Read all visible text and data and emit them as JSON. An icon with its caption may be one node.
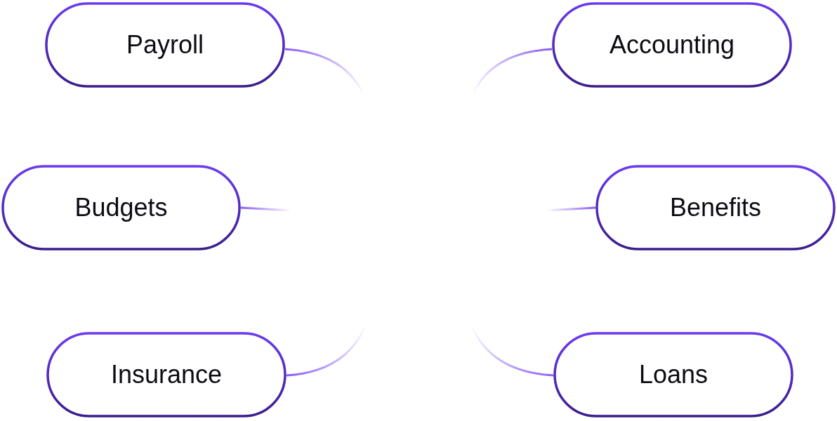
{
  "diagram": {
    "nodes": [
      {
        "text": [
          "Payroll"
        ]
      },
      {
        "text": [
          "Accounting"
        ]
      },
      {
        "text": [
          "Budgets"
        ]
      },
      {
        "text": [
          "Benefits"
        ]
      },
      {
        "text": [
          "Insurance"
        ]
      },
      {
        "text": [
          "Loans"
        ]
      }
    ],
    "edges": [
      {
        "from": 0,
        "to": null,
        "arrow": "none"
      },
      {
        "from": 1,
        "to": null,
        "arrow": "none"
      },
      {
        "from": 2,
        "to": null,
        "arrow": "none"
      },
      {
        "from": 3,
        "to": null,
        "arrow": "none"
      },
      {
        "from": 4,
        "to": null,
        "arrow": "none"
      },
      {
        "from": 5,
        "to": null,
        "arrow": "none"
      }
    ]
  }
}
